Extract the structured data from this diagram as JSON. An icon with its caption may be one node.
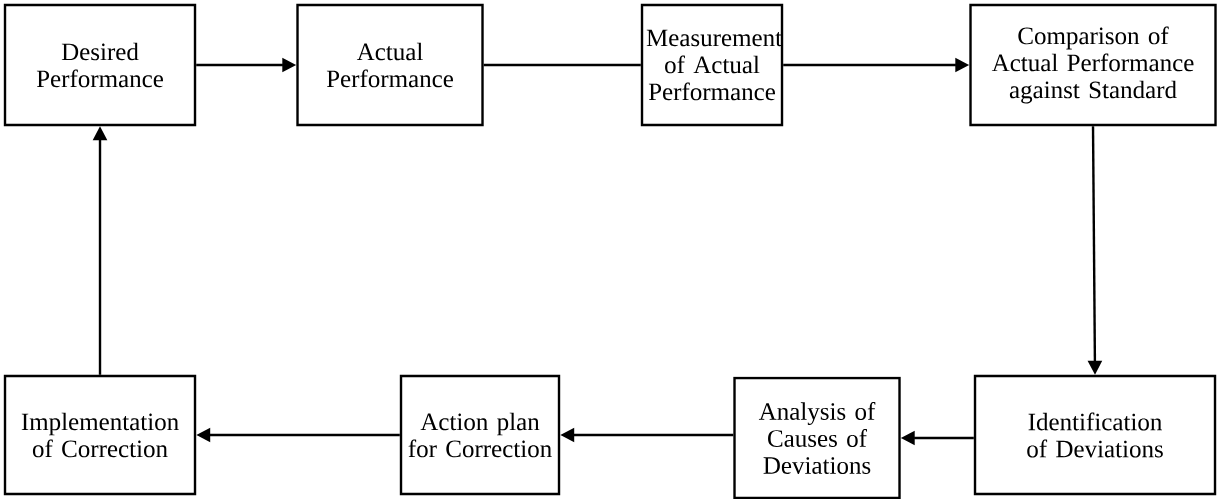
{
  "diagram": {
    "nodes": [
      {
        "text": [
          "Desired Performance"
        ]
      },
      {
        "text": [
          "Actual Performance"
        ]
      },
      {
        "text": [
          "Measurement of Actual Performance"
        ]
      },
      {
        "text": [
          "Comparison of Actual Performance against Standard"
        ]
      },
      {
        "text": [
          "Identification of Deviations"
        ]
      },
      {
        "text": [
          "Analysis of Causes of Deviations"
        ]
      },
      {
        "text": [
          "Action plan for Correction"
        ]
      },
      {
        "text": [
          "Implementation of Correction"
        ]
      }
    ],
    "edges": [
      {
        "from": 0,
        "to": 1,
        "arrow": "to"
      },
      {
        "from": 1,
        "to": 2,
        "arrow": "none"
      },
      {
        "from": 2,
        "to": 3,
        "arrow": "to"
      },
      {
        "from": 3,
        "to": 4,
        "arrow": "to"
      },
      {
        "from": 4,
        "to": 5,
        "arrow": "to"
      },
      {
        "from": 5,
        "to": 6,
        "arrow": "to"
      },
      {
        "from": 6,
        "to": 7,
        "arrow": "to"
      },
      {
        "from": 7,
        "to": 0,
        "arrow": "to"
      }
    ]
  }
}
